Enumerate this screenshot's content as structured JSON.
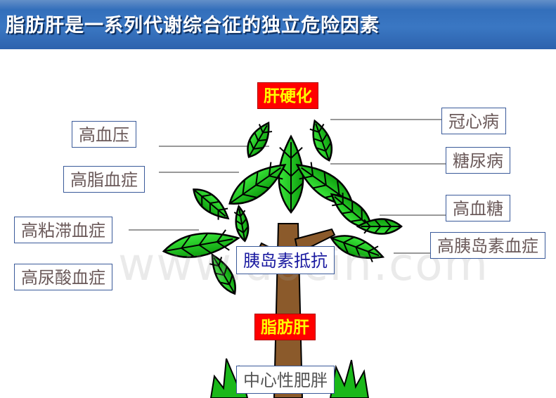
{
  "header": {
    "title": "脂肪肝是一系列代谢综合征的独立危险因素"
  },
  "diagram": {
    "top_label": "肝硬化",
    "trunk_label": "胰岛素抵抗",
    "root_label": "脂肪肝",
    "base_label": "中心性肥胖",
    "left_labels": [
      "高血压",
      "高脂血症",
      "高粘滞血症",
      "高尿酸血症"
    ],
    "right_labels": [
      "冠心病",
      "糖尿病",
      "高血糖",
      "高胰岛素血症"
    ]
  },
  "watermark": "www.docin.com",
  "colors": {
    "header": "#3a77c3",
    "leaf": "#22cc22",
    "trunk": "#8b5a2b",
    "accent": "#ff0000"
  }
}
